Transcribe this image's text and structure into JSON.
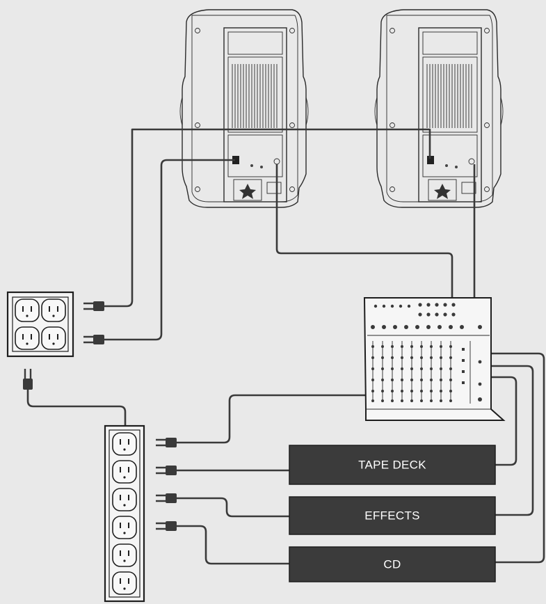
{
  "devices": {
    "tape_deck": "TAPE DECK",
    "effects": "EFFECTS",
    "cd": "CD"
  },
  "colors": {
    "background": "#e9e9e9",
    "device_fill": "#3b3b3b",
    "line": "#2a2a2a"
  },
  "icons": [
    "speaker-icon",
    "power-outlet-icon",
    "power-strip-icon",
    "mixer-icon",
    "plug-icon"
  ]
}
